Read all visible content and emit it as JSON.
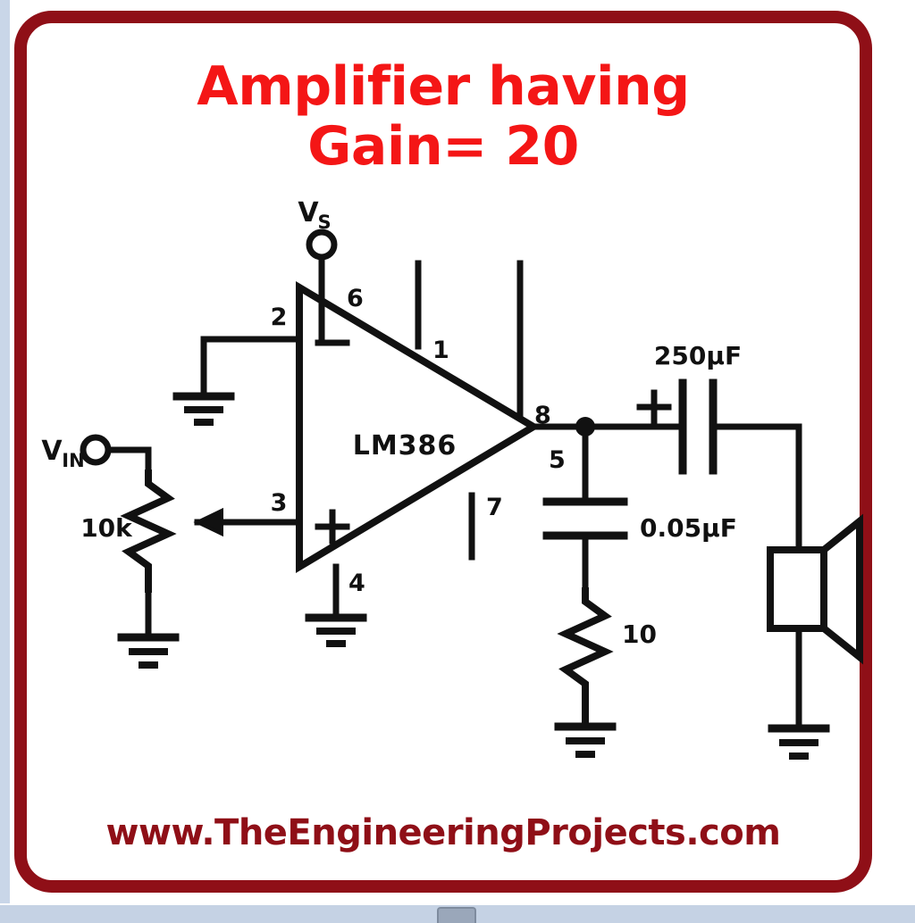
{
  "page": {
    "background_color": "#ffffff",
    "chrome_color": "#c9d6e8"
  },
  "card": {
    "border_color": "#8f0f17",
    "background_color": "#ffffff"
  },
  "title": {
    "line1": "Amplifier having",
    "line2": "Gain= 20",
    "color": "#f41616"
  },
  "footer": {
    "text": "www.TheEngineeringProjects.com",
    "color": "#8f0f17"
  },
  "schematic": {
    "type": "circuit-diagram",
    "ic": {
      "part_number": "LM386",
      "symbol": "triangle-opamp",
      "inverting_marker": "−",
      "noninverting_marker": "+"
    },
    "terminals": [
      {
        "name": "supply-terminal",
        "label": "V",
        "subscript": "S"
      },
      {
        "name": "input-terminal",
        "label": "V",
        "subscript": "IN"
      }
    ],
    "pins": [
      {
        "number": "1",
        "role": "gain-pin-open"
      },
      {
        "number": "2",
        "role": "inverting-input-grounded"
      },
      {
        "number": "3",
        "role": "noninverting-input"
      },
      {
        "number": "4",
        "role": "ground"
      },
      {
        "number": "5",
        "role": "output"
      },
      {
        "number": "6",
        "role": "supply"
      },
      {
        "number": "7",
        "role": "bypass-open"
      },
      {
        "number": "8",
        "role": "gain-pin-open"
      }
    ],
    "components": [
      {
        "name": "potentiometer",
        "value": "10k",
        "symbol": "resistor-with-wiper"
      },
      {
        "name": "coupling-capacitor",
        "value": "250µF",
        "polarity": "+",
        "symbol": "polarized-capacitor"
      },
      {
        "name": "zobel-capacitor",
        "value": "0.05µF",
        "symbol": "capacitor"
      },
      {
        "name": "zobel-resistor",
        "value": "10",
        "symbol": "resistor"
      },
      {
        "name": "speaker",
        "value": "",
        "symbol": "loudspeaker"
      }
    ],
    "labels": {
      "pot_value": "10k",
      "coupling_cap_value": "250µF",
      "coupling_cap_polarity": "+",
      "zobel_cap_value": "0.05µF",
      "zobel_res_value": "10",
      "ic_name": "LM386",
      "vs_main": "V",
      "vs_sub": "S",
      "vin_main": "V",
      "vin_sub": "IN",
      "minus": "−",
      "plus": "+",
      "pin1": "1",
      "pin2": "2",
      "pin3": "3",
      "pin4": "4",
      "pin5": "5",
      "pin6": "6",
      "pin7": "7",
      "pin8": "8"
    }
  }
}
